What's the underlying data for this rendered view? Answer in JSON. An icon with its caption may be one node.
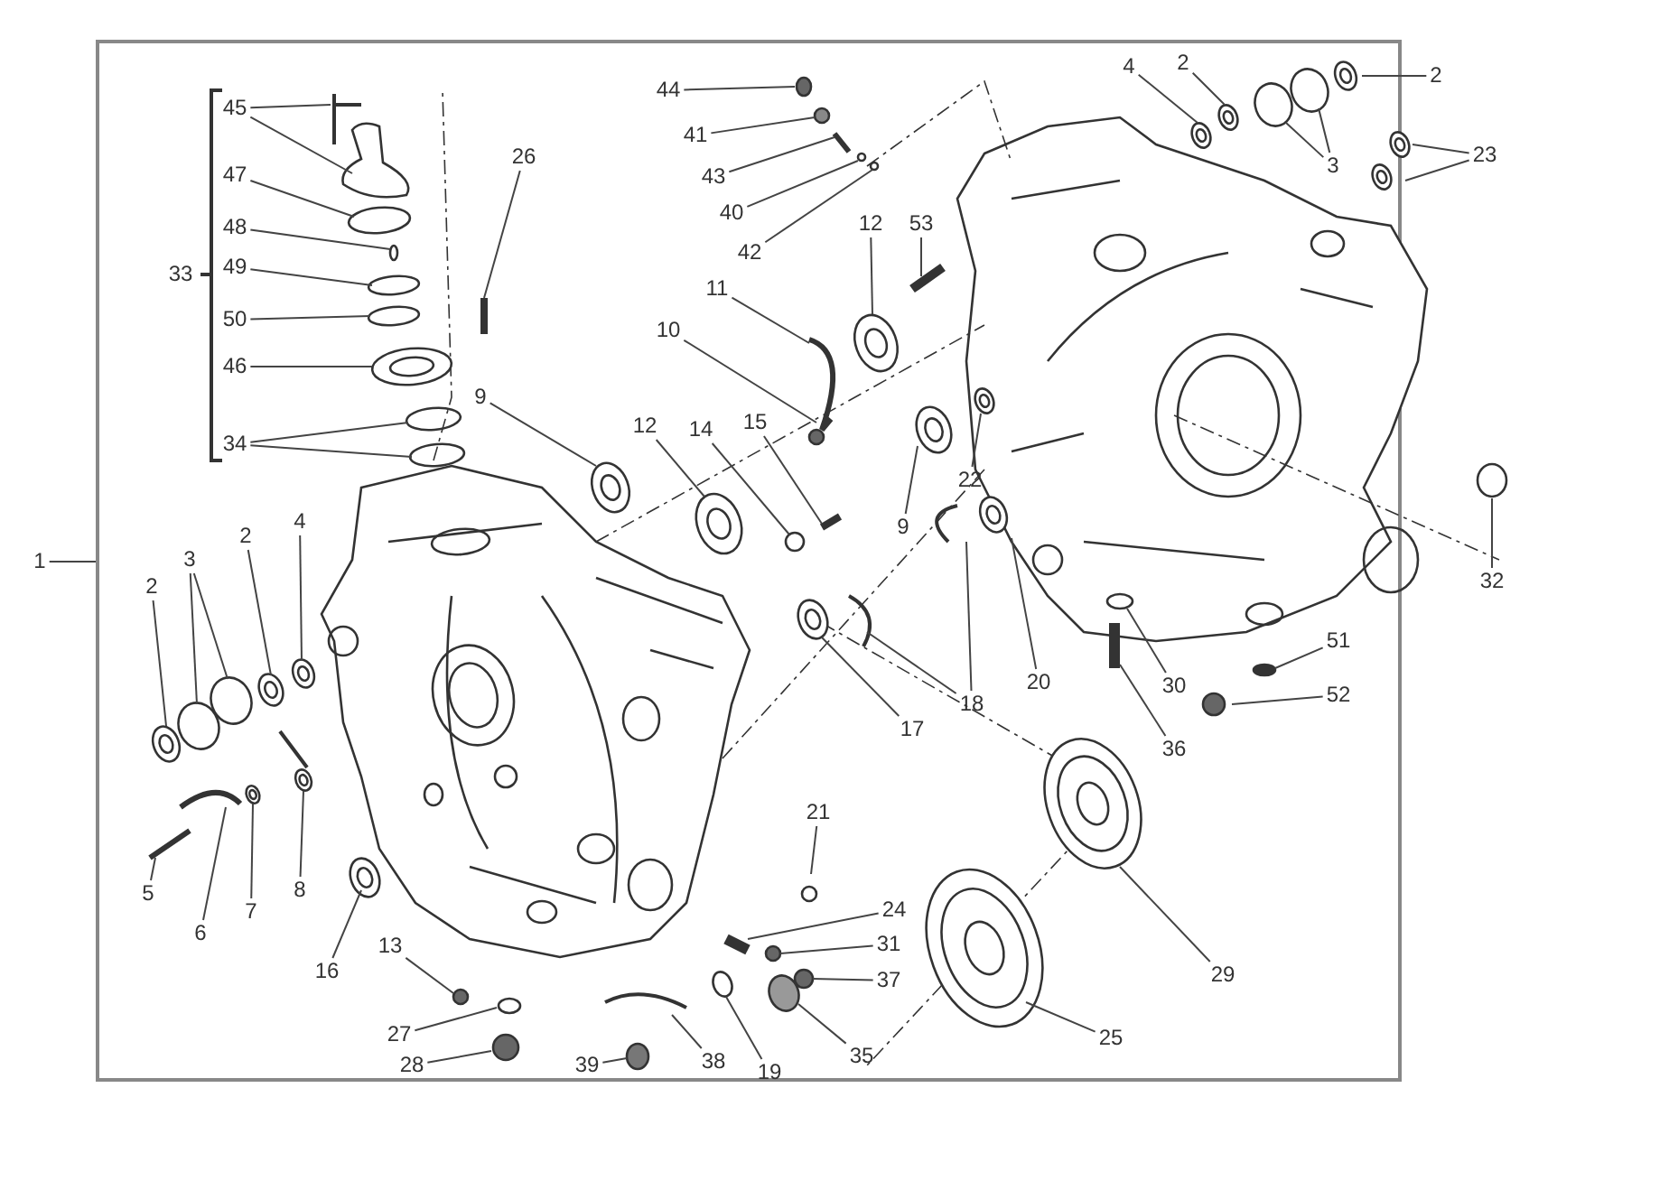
{
  "diagram": {
    "nodes": [
      {
        "text": [
          "45"
        ]
      },
      {
        "text": [
          "47"
        ]
      },
      {
        "text": [
          "48"
        ]
      },
      {
        "text": [
          "49"
        ]
      },
      {
        "text": [
          "50"
        ]
      },
      {
        "text": [
          "46"
        ]
      },
      {
        "text": [
          "34"
        ]
      },
      {
        "text": [
          "26"
        ]
      },
      {
        "text": [
          "44"
        ]
      },
      {
        "text": [
          "41"
        ]
      },
      {
        "text": [
          "43"
        ]
      },
      {
        "text": [
          "40"
        ]
      },
      {
        "text": [
          "42"
        ]
      },
      {
        "text": [
          "12"
        ]
      },
      {
        "text": [
          "53"
        ]
      },
      {
        "text": [
          "11"
        ]
      },
      {
        "text": [
          "10"
        ]
      },
      {
        "text": [
          "2"
        ]
      },
      {
        "text": [
          "4"
        ]
      },
      {
        "text": [
          "3"
        ]
      },
      {
        "text": [
          "2"
        ]
      },
      {
        "text": [
          "23"
        ]
      },
      {
        "text": [
          "9"
        ]
      },
      {
        "text": [
          "12"
        ]
      },
      {
        "text": [
          "14"
        ]
      },
      {
        "text": [
          "15"
        ]
      },
      {
        "text": [
          "9"
        ]
      },
      {
        "text": [
          "22"
        ]
      },
      {
        "text": [
          "32"
        ]
      },
      {
        "text": [
          "1"
        ]
      },
      {
        "text": [
          "2"
        ]
      },
      {
        "text": [
          "3"
        ]
      },
      {
        "text": [
          "2"
        ]
      },
      {
        "text": [
          "4"
        ]
      },
      {
        "text": [
          "5"
        ]
      },
      {
        "text": [
          "6"
        ]
      },
      {
        "text": [
          "7"
        ]
      },
      {
        "text": [
          "8"
        ]
      },
      {
        "text": [
          "16"
        ]
      },
      {
        "text": [
          "13"
        ]
      },
      {
        "text": [
          "27"
        ]
      },
      {
        "text": [
          "28"
        ]
      },
      {
        "text": [
          "17"
        ]
      },
      {
        "text": [
          "18"
        ]
      },
      {
        "text": [
          "20"
        ]
      },
      {
        "text": [
          "36"
        ]
      },
      {
        "text": [
          "30"
        ]
      },
      {
        "text": [
          "51"
        ]
      },
      {
        "text": [
          "52"
        ]
      },
      {
        "text": [
          "29"
        ]
      },
      {
        "text": [
          "21"
        ]
      },
      {
        "text": [
          "24"
        ]
      },
      {
        "text": [
          "31"
        ]
      },
      {
        "text": [
          "37"
        ]
      },
      {
        "text": [
          "25"
        ]
      },
      {
        "text": [
          "35"
        ]
      },
      {
        "text": [
          "19"
        ]
      },
      {
        "text": [
          "38"
        ]
      },
      {
        "text": [
          "39"
        ]
      }
    ],
    "edges": [
      {
        "from": 0,
        "to": null,
        "arrow": "none"
      },
      {
        "from": 0,
        "to": null,
        "arrow": "none"
      },
      {
        "from": 1,
        "to": null,
        "arrow": "none"
      },
      {
        "from": 2,
        "to": null,
        "arrow": "none"
      },
      {
        "from": 3,
        "to": null,
        "arrow": "none"
      },
      {
        "from": 4,
        "to": null,
        "arrow": "none"
      },
      {
        "from": 5,
        "to": null,
        "arrow": "none"
      },
      {
        "from": 6,
        "to": null,
        "arrow": "none"
      },
      {
        "from": 6,
        "to": null,
        "arrow": "none"
      },
      {
        "from": 7,
        "to": null,
        "arrow": "none"
      },
      {
        "from": 8,
        "to": null,
        "arrow": "none"
      },
      {
        "from": 9,
        "to": null,
        "arrow": "none"
      },
      {
        "from": 10,
        "to": null,
        "arrow": "none"
      },
      {
        "from": 11,
        "to": null,
        "arrow": "none"
      },
      {
        "from": 12,
        "to": null,
        "arrow": "none"
      },
      {
        "from": 13,
        "to": null,
        "arrow": "none"
      },
      {
        "from": 14,
        "to": null,
        "arrow": "none"
      },
      {
        "from": 15,
        "to": null,
        "arrow": "none"
      },
      {
        "from": 16,
        "to": null,
        "arrow": "none"
      },
      {
        "from": 17,
        "to": null,
        "arrow": "none"
      },
      {
        "from": 18,
        "to": null,
        "arrow": "none"
      },
      {
        "from": 19,
        "to": null,
        "arrow": "none"
      },
      {
        "from": 19,
        "to": null,
        "arrow": "none"
      },
      {
        "from": 20,
        "to": null,
        "arrow": "none"
      },
      {
        "from": 21,
        "to": null,
        "arrow": "none"
      },
      {
        "from": 21,
        "to": null,
        "arrow": "none"
      },
      {
        "from": 22,
        "to": null,
        "arrow": "none"
      },
      {
        "from": 23,
        "to": null,
        "arrow": "none"
      },
      {
        "from": 24,
        "to": null,
        "arrow": "none"
      },
      {
        "from": 25,
        "to": null,
        "arrow": "none"
      },
      {
        "from": 26,
        "to": null,
        "arrow": "none"
      },
      {
        "from": 27,
        "to": null,
        "arrow": "none"
      },
      {
        "from": 28,
        "to": null,
        "arrow": "none"
      },
      {
        "from": 29,
        "to": null,
        "arrow": "none"
      },
      {
        "from": 30,
        "to": null,
        "arrow": "none"
      },
      {
        "from": 31,
        "to": null,
        "arrow": "none"
      },
      {
        "from": 31,
        "to": null,
        "arrow": "none"
      },
      {
        "from": 32,
        "to": null,
        "arrow": "none"
      },
      {
        "from": 33,
        "to": null,
        "arrow": "none"
      },
      {
        "from": 34,
        "to": null,
        "arrow": "none"
      },
      {
        "from": 35,
        "to": null,
        "arrow": "none"
      },
      {
        "from": 36,
        "to": null,
        "arrow": "none"
      },
      {
        "from": 37,
        "to": null,
        "arrow": "none"
      },
      {
        "from": 38,
        "to": null,
        "arrow": "none"
      },
      {
        "from": 39,
        "to": null,
        "arrow": "none"
      },
      {
        "from": 40,
        "to": null,
        "arrow": "none"
      },
      {
        "from": 41,
        "to": null,
        "arrow": "none"
      },
      {
        "from": 42,
        "to": null,
        "arrow": "none"
      },
      {
        "from": 43,
        "to": null,
        "arrow": "none"
      },
      {
        "from": 43,
        "to": null,
        "arrow": "none"
      },
      {
        "from": 44,
        "to": null,
        "arrow": "none"
      },
      {
        "from": 45,
        "to": null,
        "arrow": "none"
      },
      {
        "from": 46,
        "to": null,
        "arrow": "none"
      },
      {
        "from": 47,
        "to": null,
        "arrow": "none"
      },
      {
        "from": 48,
        "to": null,
        "arrow": "none"
      },
      {
        "from": 49,
        "to": null,
        "arrow": "none"
      },
      {
        "from": 50,
        "to": null,
        "arrow": "none"
      },
      {
        "from": 51,
        "to": null,
        "arrow": "none"
      },
      {
        "from": 52,
        "to": null,
        "arrow": "none"
      },
      {
        "from": 53,
        "to": null,
        "arrow": "none"
      },
      {
        "from": 54,
        "to": null,
        "arrow": "none"
      },
      {
        "from": 55,
        "to": null,
        "arrow": "none"
      },
      {
        "from": 56,
        "to": null,
        "arrow": "none"
      },
      {
        "from": 57,
        "to": null,
        "arrow": "none"
      },
      {
        "from": 58,
        "to": null,
        "arrow": "none"
      }
    ],
    "labels": [
      "33"
    ]
  }
}
